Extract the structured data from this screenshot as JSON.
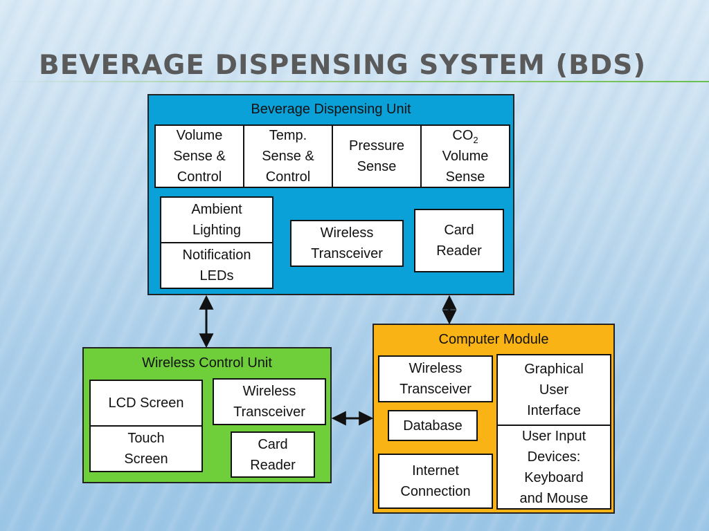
{
  "title": "BEVERAGE DISPENSING SYSTEM (BDS)",
  "bdu": {
    "title": "Beverage Dispensing Unit",
    "volume": "Volume\nSense &\nControl",
    "temp": "Temp.\nSense &\nControl",
    "pressure": "Pressure\nSense",
    "co2_main": "CO",
    "co2_sub": "2",
    "co2_rest": "Volume\nSense",
    "ambient": "Ambient\nLighting",
    "notification": "Notification\nLEDs",
    "wireless": "Wireless\nTransceiver",
    "card": "Card\nReader"
  },
  "wcu": {
    "title": "Wireless Control Unit",
    "lcd": "LCD Screen",
    "touch": "Touch\nScreen",
    "wireless": "Wireless\nTransceiver",
    "card": "Card\nReader"
  },
  "cm": {
    "title": "Computer Module",
    "wireless": "Wireless\nTransceiver",
    "database": "Database",
    "internet": "Internet\nConnection",
    "gui": "Graphical\nUser\nInterface",
    "input": "User Input\nDevices:\nKeyboard\nand Mouse"
  }
}
